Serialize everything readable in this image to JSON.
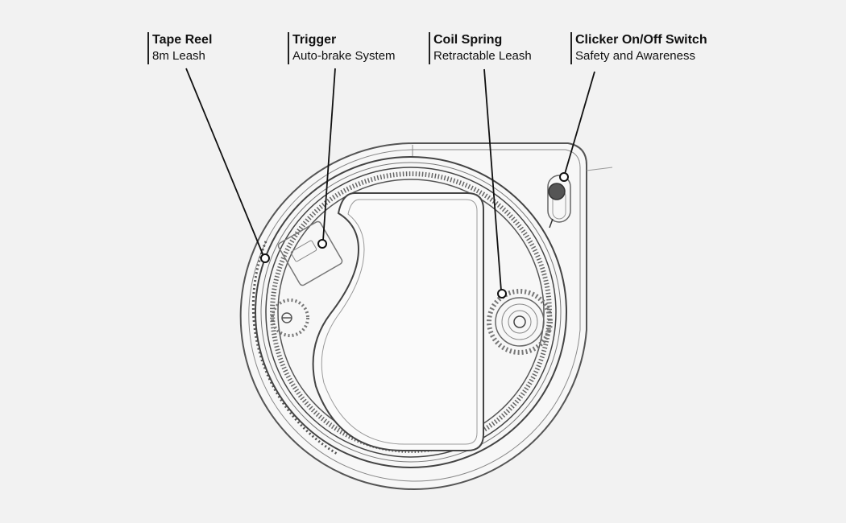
{
  "labels": [
    {
      "title": "Tape Reel",
      "subtitle": "8m  Leash"
    },
    {
      "title": "Trigger",
      "subtitle": "Auto-brake System"
    },
    {
      "title": "Coil Spring",
      "subtitle": "Retractable Leash"
    },
    {
      "title": "Clicker On/Off Switch",
      "subtitle": "Safety and Awareness"
    }
  ],
  "colors": {
    "background": "#f2f2f2",
    "line": "#333333",
    "text": "#111111"
  }
}
